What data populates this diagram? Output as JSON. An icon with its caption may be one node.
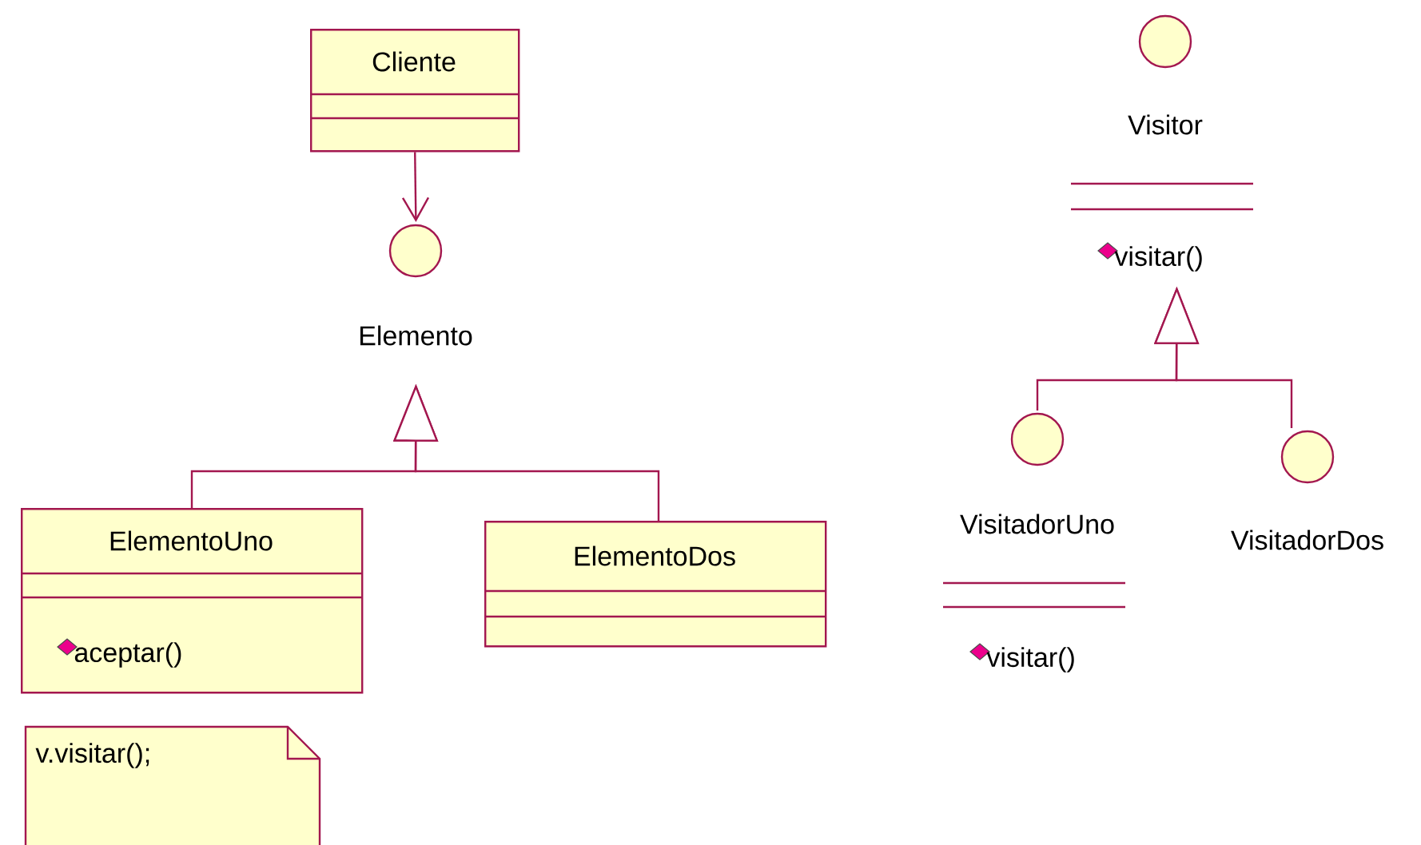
{
  "diagram": {
    "nodes": [
      {
        "text": [
          "Cliente"
        ]
      },
      {
        "text": [
          "Elemento"
        ]
      },
      {
        "text": [
          "ElementoUno",
          "aceptar()"
        ]
      },
      {
        "text": [
          "ElementoDos"
        ]
      },
      {
        "text": [
          "v.visitar();"
        ]
      },
      {
        "text": [
          "Visitor",
          "visitar()"
        ]
      },
      {
        "text": [
          "VisitadorUno",
          "visitar()"
        ]
      },
      {
        "text": [
          "VisitadorDos"
        ]
      }
    ],
    "edges": [
      {
        "from": 0,
        "to": 1,
        "arrow": "to"
      },
      {
        "from": 2,
        "to": 1,
        "arrow": "to"
      },
      {
        "from": 3,
        "to": 1,
        "arrow": "to"
      },
      {
        "from": 6,
        "to": 5,
        "arrow": "to"
      },
      {
        "from": 7,
        "to": 5,
        "arrow": "to"
      }
    ]
  }
}
